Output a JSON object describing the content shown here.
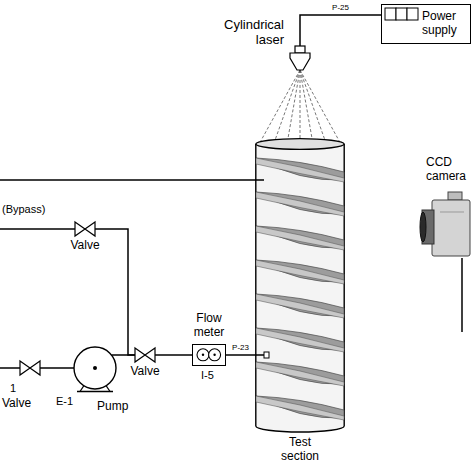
{
  "diagram": {
    "nodes": [
      {
        "text": [
          "Power supply"
        ]
      },
      {
        "text": [
          "Cylindrical laser"
        ]
      },
      {
        "text": [
          "Test section"
        ]
      },
      {
        "text": [
          "CCD camera"
        ]
      },
      {
        "text": [
          "Valve"
        ]
      },
      {
        "text": [
          "Valve"
        ]
      },
      {
        "text": [
          "Pump"
        ]
      },
      {
        "text": [
          "Valve"
        ]
      },
      {
        "text": [
          "Flow meter"
        ]
      }
    ],
    "edges": [
      {
        "from": 0,
        "to": 1,
        "label": "P-25",
        "arrow": "none"
      },
      {
        "from": 5,
        "to": 6,
        "arrow": "none"
      },
      {
        "from": 6,
        "to": 7,
        "arrow": "none"
      },
      {
        "from": 4,
        "to": 7,
        "arrow": "none"
      },
      {
        "from": 7,
        "to": 8,
        "arrow": "none"
      },
      {
        "from": 8,
        "to": 2,
        "label": "P-23",
        "arrow": "none"
      }
    ],
    "labels": [
      "(Bypass)",
      "1",
      "E-1",
      "I-5"
    ]
  }
}
